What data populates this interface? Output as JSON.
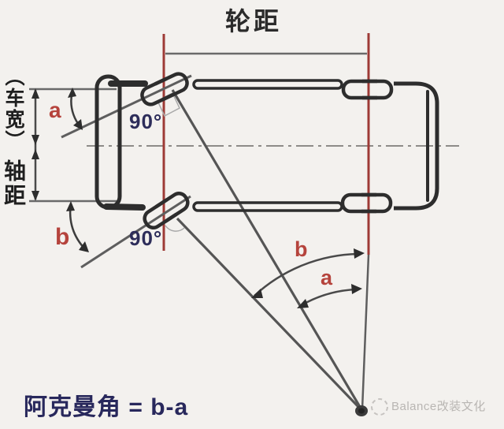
{
  "diagram": {
    "top_dimension_label": "轮距",
    "left_dimension_label_1": "（车宽）",
    "left_dimension_label_2": "轴距",
    "angles": {
      "outer_wheel_steer": "a",
      "inner_wheel_steer": "b",
      "right_angle_top": "90°",
      "right_angle_bottom": "90°",
      "arc_right_inner": "b",
      "arc_right_outer": "a"
    },
    "formula": "阿克曼角 = b-a",
    "colors": {
      "background": "#f3f1ee",
      "axle_reference_red": "#9e3a36",
      "angle_label_red": "#b5433c",
      "formula_navy": "#28285c",
      "car_ink": "#2d2d2d",
      "diagram_line_gray": "#5e5e5e"
    }
  },
  "watermark": {
    "icon": "dashed-circle-icon",
    "text": "Balance改装文化"
  }
}
